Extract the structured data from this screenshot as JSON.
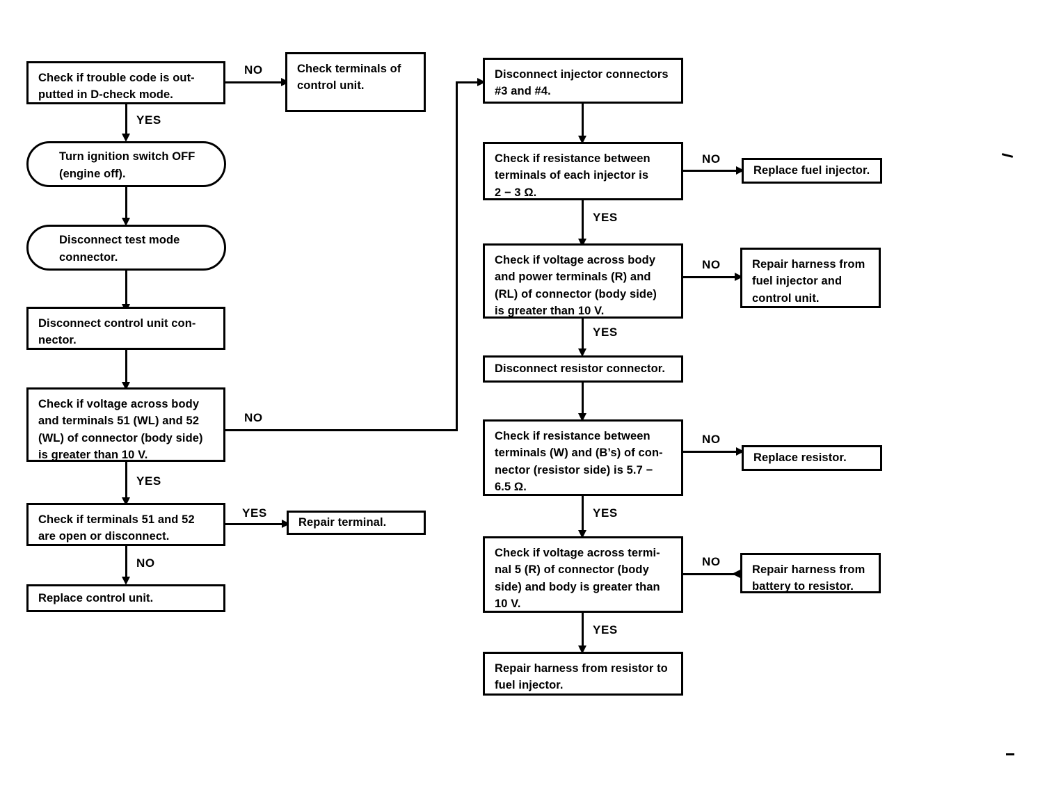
{
  "document": {
    "type": "troubleshooting-flowchart",
    "title": "Fuel Injector Circuit Diagnostic Flowchart"
  },
  "left_column": {
    "nodes": [
      {
        "id": "check-trouble-code",
        "shape": "rect",
        "text": "Check if trouble code is out-putted in D-check mode.",
        "lines": [
          "Check if trouble code is out-",
          "putted in D-check mode."
        ]
      },
      {
        "id": "check-terminals-control-unit",
        "shape": "rect",
        "text": "Check terminals of control unit.",
        "lines": [
          "Check terminals of",
          "control unit."
        ]
      },
      {
        "id": "turn-ignition-off",
        "shape": "rounded",
        "text": "Turn ignition switch OFF (engine off).",
        "lines": [
          "Turn ignition switch OFF",
          "(engine off)."
        ]
      },
      {
        "id": "disconnect-test-mode-connector",
        "shape": "rounded",
        "text": "Disconnect test mode connector.",
        "lines": [
          "Disconnect test mode",
          "connector."
        ]
      },
      {
        "id": "disconnect-control-unit-connector",
        "shape": "rect",
        "text": "Disconnect control unit con-nector.",
        "lines": [
          "Disconnect control unit con-",
          "nector."
        ]
      },
      {
        "id": "check-voltage-51-52",
        "shape": "rect",
        "text": "Check if voltage across body and terminals 51 (WL) and 52 (WL) of connector (body side) is greater than 10 V.",
        "lines": [
          "Check if voltage across body",
          "and terminals 51 (WL) and 52",
          "(WL) of connector (body side)",
          "is greater than 10 V."
        ]
      },
      {
        "id": "check-terminals-open",
        "shape": "rect",
        "text": "Check if terminals 51 and 52 are open or disconnect.",
        "lines": [
          "Check if terminals 51 and 52",
          "are open or disconnect."
        ]
      },
      {
        "id": "repair-terminal",
        "shape": "rect",
        "text": "Repair terminal.",
        "lines": [
          "Repair terminal."
        ]
      },
      {
        "id": "replace-control-unit",
        "shape": "rect",
        "text": "Replace control unit.",
        "lines": [
          "Replace control unit."
        ]
      }
    ],
    "edge_labels": {
      "trouble_code_no": "NO",
      "trouble_code_yes": "YES",
      "voltage_51_52_no": "NO",
      "voltage_51_52_yes": "YES",
      "terminals_open_yes": "YES",
      "terminals_open_no": "NO"
    }
  },
  "right_column": {
    "nodes": [
      {
        "id": "disconnect-injector-connectors",
        "shape": "rect",
        "text": "Disconnect injector connectors #3 and #4.",
        "lines": [
          "Disconnect injector connectors",
          "#3 and #4."
        ]
      },
      {
        "id": "check-injector-resistance",
        "shape": "rect",
        "text": "Check if resistance between terminals of each injector is 2 − 3 Ω.",
        "lines": [
          "Check if resistance between",
          "terminals of each injector is",
          "2 − 3 Ω."
        ]
      },
      {
        "id": "replace-fuel-injector",
        "shape": "rect",
        "text": "Replace fuel injector.",
        "lines": [
          "Replace fuel injector."
        ]
      },
      {
        "id": "check-voltage-r-rl",
        "shape": "rect",
        "text": "Check if voltage across body and power terminals (R) and (RL) of connector (body side) is greater than 10 V.",
        "lines": [
          "Check if voltage across body",
          "and power terminals (R) and",
          "(RL) of connector (body side)",
          "is greater than 10 V."
        ]
      },
      {
        "id": "repair-harness-injector-control",
        "shape": "rect",
        "text": "Repair harness from fuel injector and control unit.",
        "lines": [
          "Repair harness from",
          "fuel injector and",
          "control unit."
        ]
      },
      {
        "id": "disconnect-resistor-connector",
        "shape": "rect",
        "text": "Disconnect resistor connector.",
        "lines": [
          "Disconnect resistor connector."
        ]
      },
      {
        "id": "check-resistor-resistance",
        "shape": "rect",
        "text": "Check if resistance between terminals (W) and (B's) of connector (resistor side) is 5.7 − 6.5 Ω.",
        "lines": [
          "Check if resistance between",
          "terminals (W) and (B’s) of con-",
          "nector (resistor side) is 5.7 −",
          "6.5 Ω."
        ]
      },
      {
        "id": "replace-resistor",
        "shape": "rect",
        "text": "Replace resistor.",
        "lines": [
          "Replace resistor."
        ]
      },
      {
        "id": "check-voltage-terminal-5",
        "shape": "rect",
        "text": "Check if voltage across terminal 5 (R) of connector (body side) and body is greater than 10 V.",
        "lines": [
          "Check if voltage across termi-",
          "nal 5 (R) of connector (body",
          "side) and body is greater than",
          "10 V."
        ]
      },
      {
        "id": "repair-harness-battery-resistor",
        "shape": "rect",
        "text": "Repair harness from battery to resistor.",
        "lines": [
          "Repair harness from",
          "battery to resistor."
        ]
      },
      {
        "id": "repair-harness-resistor-injector",
        "shape": "rect",
        "text": "Repair harness from resistor to fuel injector.",
        "lines": [
          "Repair harness from resistor to",
          "fuel injector."
        ]
      }
    ],
    "edge_labels": {
      "injector_resistance_no": "NO",
      "injector_resistance_yes": "YES",
      "voltage_r_rl_no": "NO",
      "voltage_r_rl_yes": "YES",
      "resistor_resistance_no": "NO",
      "resistor_resistance_yes": "YES",
      "voltage_terminal5_no": "NO",
      "voltage_terminal5_yes": "YES"
    }
  },
  "colors": {
    "ink": "#000000",
    "paper": "#ffffff"
  }
}
